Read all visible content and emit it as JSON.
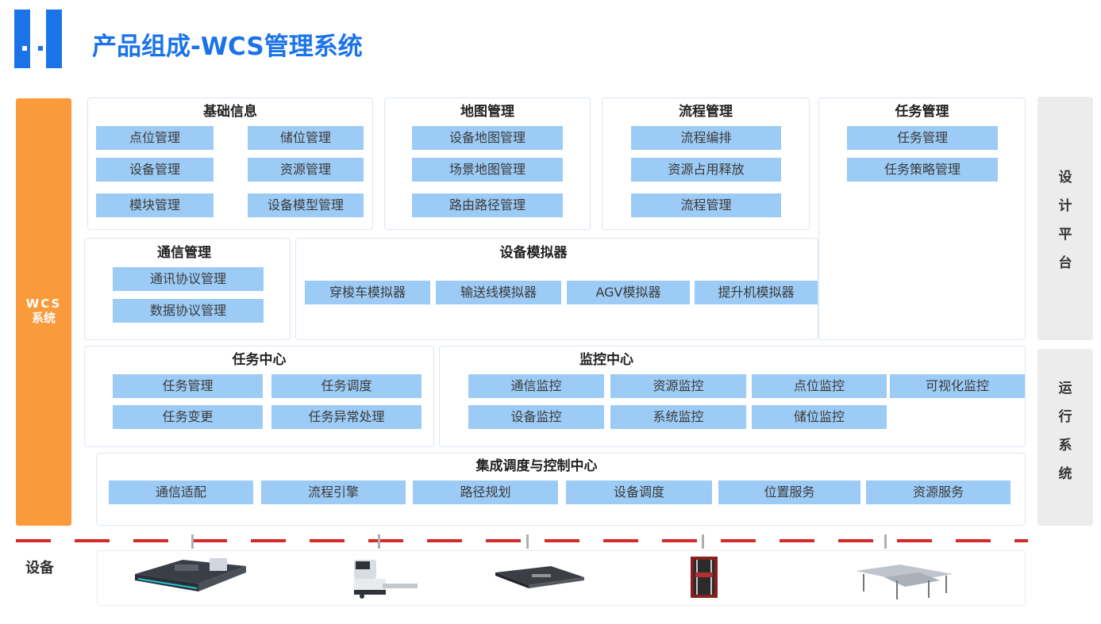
{
  "header": {
    "title": "产品组成-WCS管理系统",
    "accent_color": "#1a73e8"
  },
  "left_bar": {
    "label_line1": "WCS",
    "label_line2": "系统",
    "color": "#fb9a3a"
  },
  "right_panels": {
    "design": [
      "设",
      "计",
      "平",
      "台"
    ],
    "runtime": [
      "运",
      "行",
      "系",
      "统"
    ]
  },
  "modules": {
    "basic_info": {
      "title": "基础信息",
      "items": [
        "点位管理",
        "储位管理",
        "设备管理",
        "资源管理",
        "模块管理",
        "设备模型管理"
      ]
    },
    "map_mgmt": {
      "title": "地图管理",
      "items": [
        "设备地图管理",
        "场景地图管理",
        "路由路径管理"
      ]
    },
    "process_mgmt": {
      "title": "流程管理",
      "items": [
        "流程编排",
        "资源占用释放",
        "流程管理"
      ]
    },
    "task_mgmt": {
      "title": "任务管理",
      "items": [
        "任务管理",
        "任务策略管理"
      ]
    },
    "comm_mgmt": {
      "title": "通信管理",
      "items": [
        "通讯协议管理",
        "数据协议管理"
      ]
    },
    "simulator": {
      "title": "设备模拟器",
      "items": [
        "穿梭车模拟器",
        "输送线模拟器",
        "AGV模拟器",
        "提升机模拟器"
      ]
    },
    "task_center": {
      "title": "任务中心",
      "items": [
        "任务管理",
        "任务调度",
        "任务变更",
        "任务异常处理"
      ]
    },
    "monitor_center": {
      "title": "监控中心",
      "items": [
        "通信监控",
        "资源监控",
        "点位监控",
        "可视化监控",
        "设备监控",
        "系统监控",
        "储位监控"
      ]
    },
    "integration": {
      "title": "集成调度与控制中心",
      "items": [
        "通信适配",
        "流程引擎",
        "路径规划",
        "设备调度",
        "位置服务",
        "资源服务"
      ]
    }
  },
  "equipment": {
    "label": "设备",
    "devices": [
      "agv-platform-icon",
      "forklift-agv-icon",
      "shuttle-car-icon",
      "lift-icon",
      "conveyor-icon"
    ]
  },
  "colors": {
    "item_fill": "#9ccbf5",
    "dash": "#d62a2a",
    "side_panel": "#ececec"
  }
}
